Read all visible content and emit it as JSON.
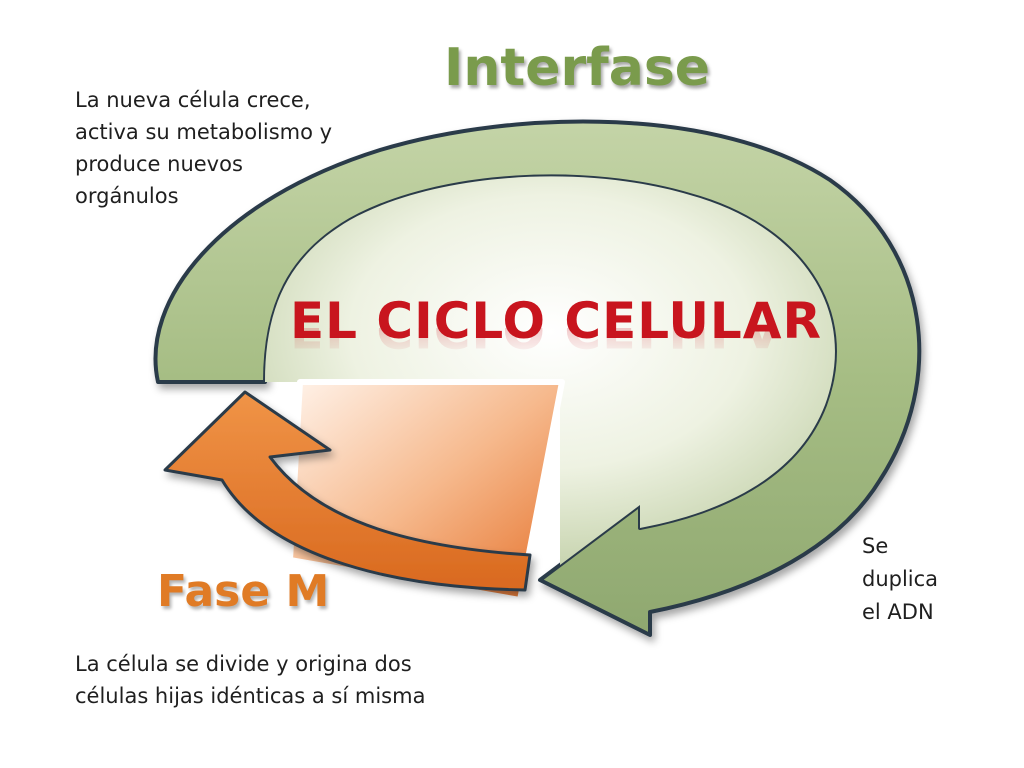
{
  "diagram": {
    "title": "EL CICLO CELULAR",
    "phases": [
      {
        "name": "Interfase",
        "color": "#9bb27a",
        "description_lines": [
          "La nueva célula crece,",
          "activa su metabolismo  y",
          "produce nuevos",
          "orgánulos"
        ]
      },
      {
        "name": "Fase M",
        "color": "#e8792a",
        "description_lines": [
          "La célula se divide y origina dos",
          "células  hijas idénticas  a sí misma"
        ]
      }
    ],
    "dna_note_lines": [
      "Se",
      "duplica",
      "el ADN"
    ],
    "colors": {
      "title": "#c8151e",
      "interfase_text": "#7a9b4c",
      "fase_m_text": "#e07b25",
      "outline": "#2b3a4a"
    }
  }
}
